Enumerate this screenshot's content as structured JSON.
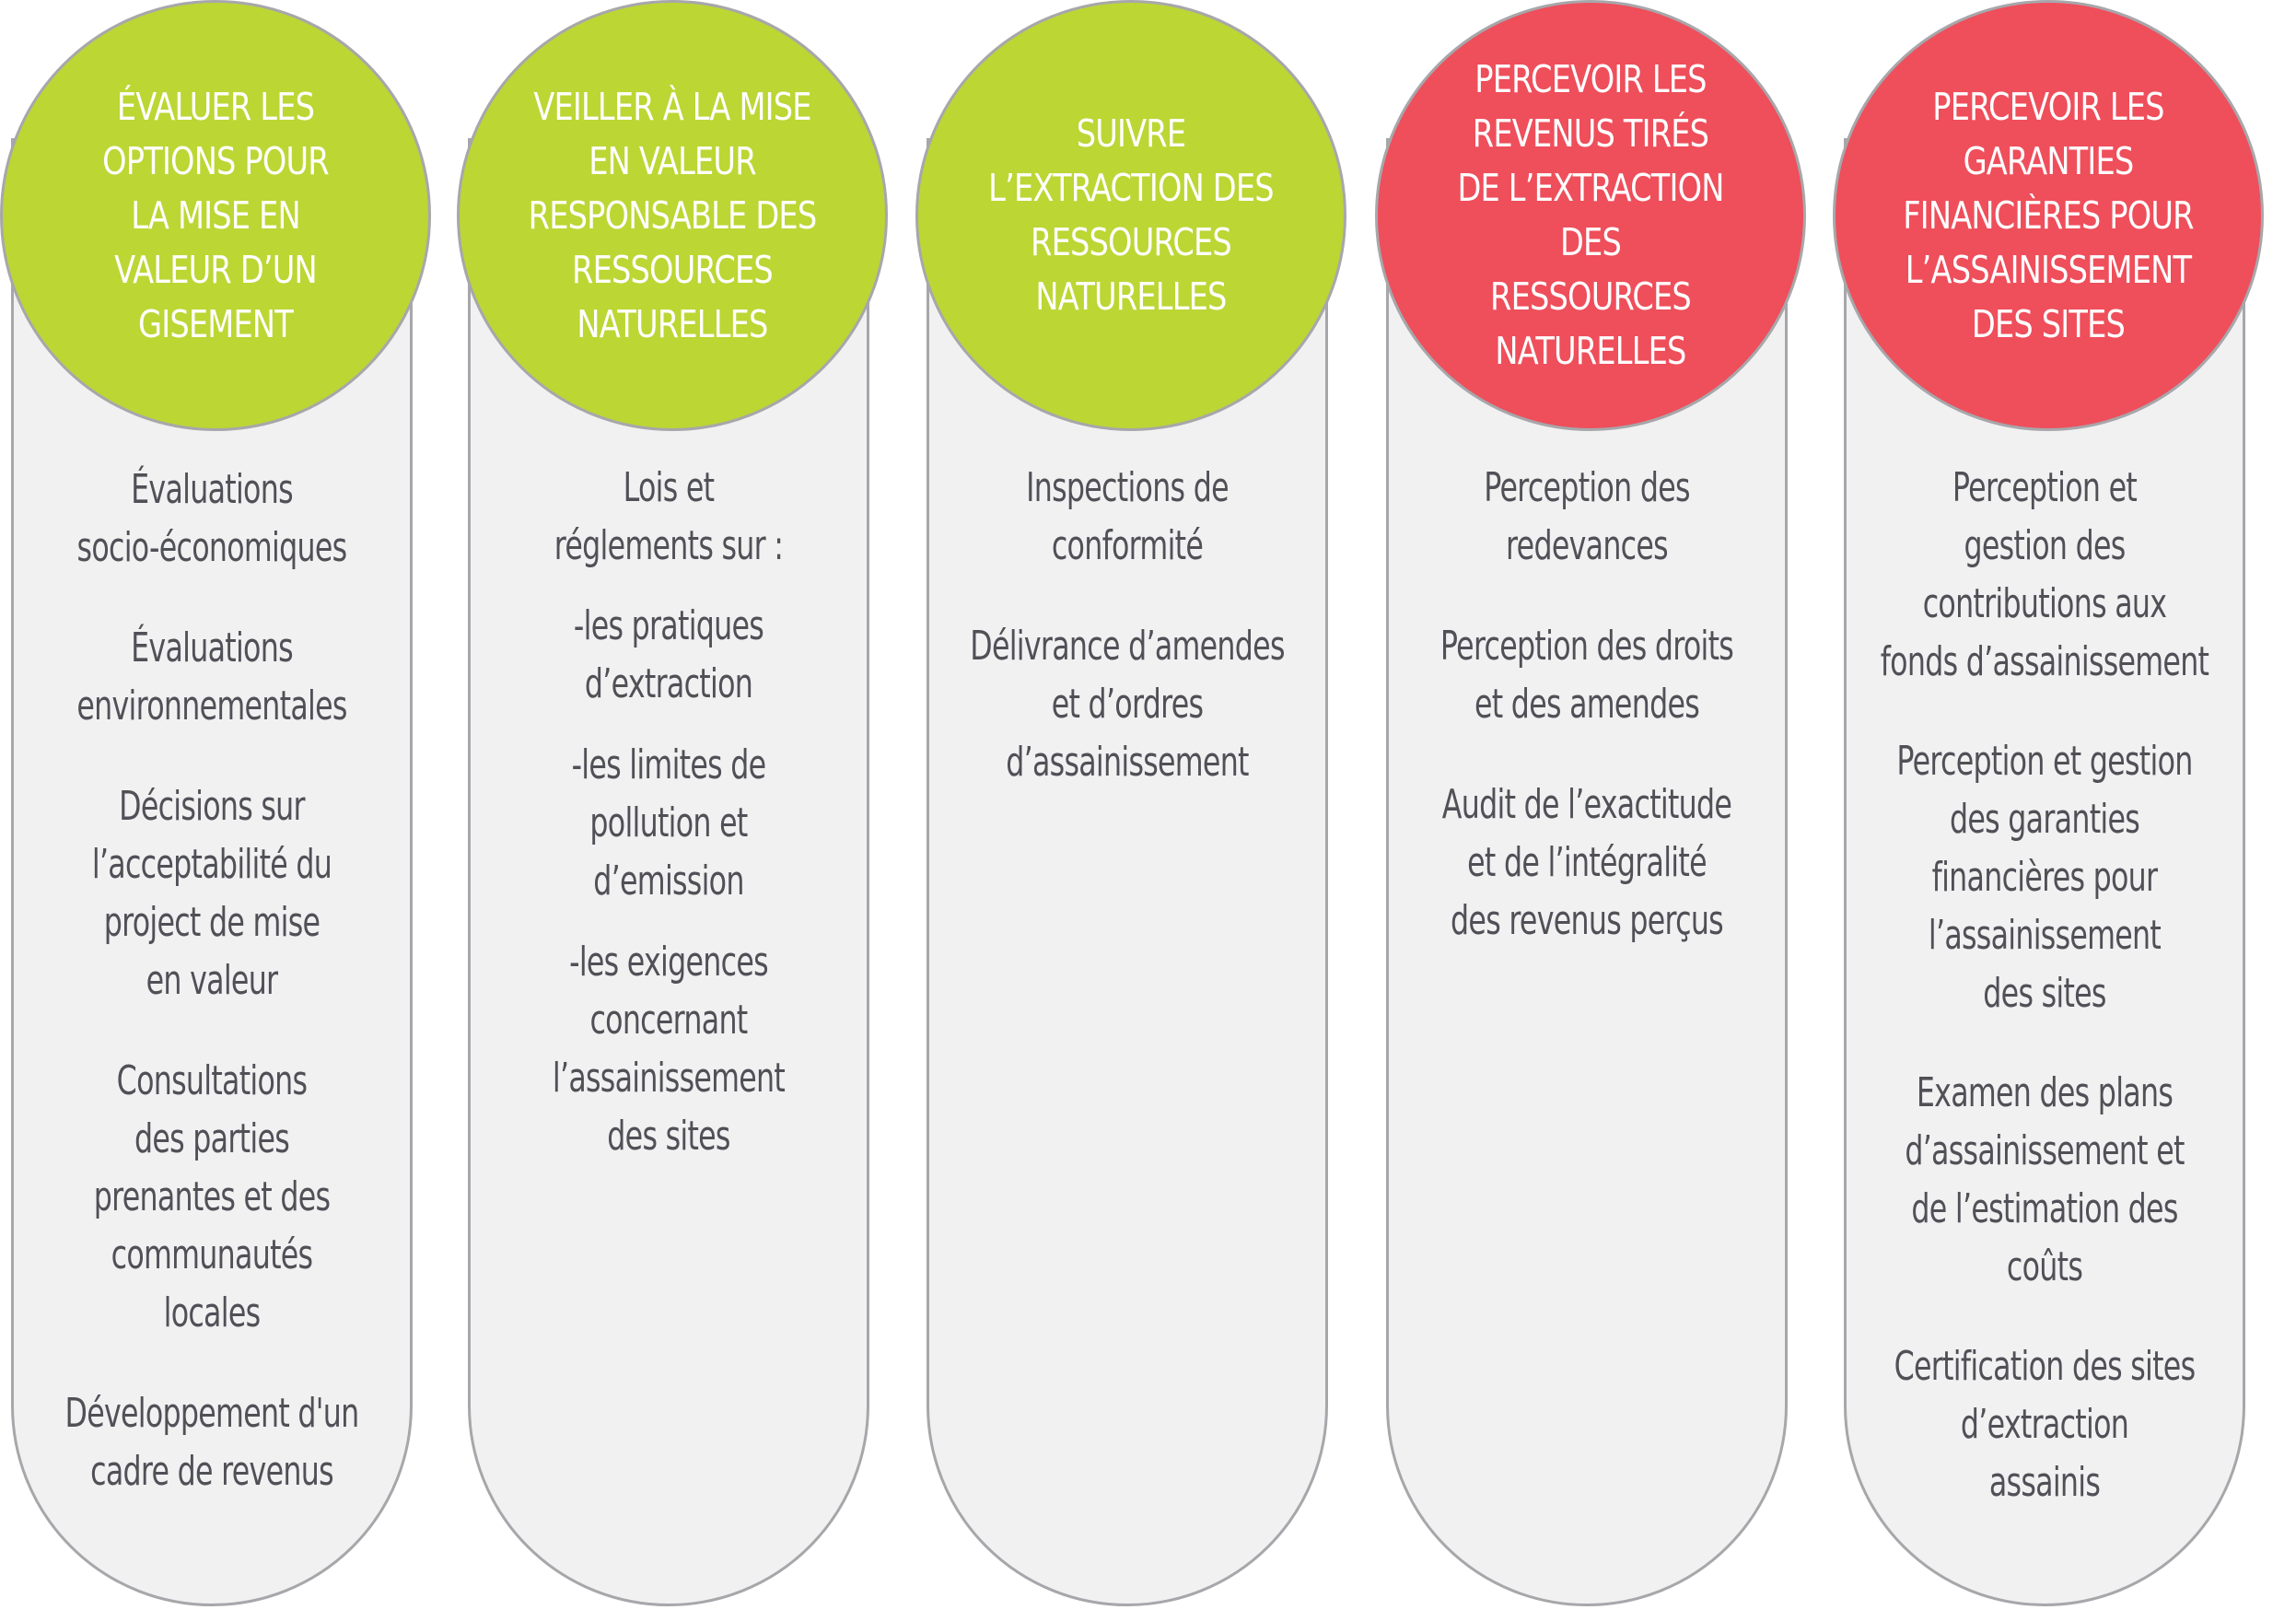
{
  "columns": [
    {
      "title": "ÉVALUER LES\nOPTIONS  POUR\nLA MISE EN\nVALEUR D’UN\nGISEMENT",
      "color": "#bcd634",
      "items": [
        "Évaluations\nsocio-économiques",
        "Évaluations\nenvironnementales",
        "Décisions sur\nl’acceptabilité du\nproject de mise\nen valeur",
        "Consultations\ndes parties\nprenantes et des\ncommunautés\nlocales",
        "Développement d'un\ncadre de revenus"
      ]
    },
    {
      "title": "VEILLER À LA MISE\nEN VALEUR\nRESPONSABLE DES\nRESSOURCES\nNATURELLES",
      "color": "#bcd634",
      "items": [
        "Lois et\nréglements sur :",
        "-les pratiques\nd’extraction",
        "-les limites de\npollution et\nd’emission",
        "-les exigences\nconcernant\nl’assainissement\ndes sites"
      ]
    },
    {
      "title": "SUIVRE\nL’EXTRACTION DES\nRESSOURCES\nNATURELLES",
      "color": "#bcd634",
      "items": [
        "Inspections de\nconformité",
        "Délivrance d’amendes\net d’ordres\nd’assainissement"
      ]
    },
    {
      "title": "PERCEVOIR LES\nREVENUS TIRÉS\nDE L’EXTRACTION DES\nRESSOURCES\nNATURELLES",
      "color": "#ef4e5b",
      "items": [
        "Perception des\nredevances",
        "Perception des droits\net des amendes",
        "Audit de l’exactitude\net de l’intégralité\ndes revenus perçus"
      ]
    },
    {
      "title": "PERCEVOIR LES\nGARANTIES\nFINANCIÈRES POUR\nL’ASSAINISSEMENT\nDES SITES",
      "color": "#ef4e5b",
      "items": [
        "Perception et\ngestion des\ncontributions aux\nfonds d’assainissement",
        "Perception et gestion\ndes garanties\nfinancières pour\nl’assainissement\ndes sites",
        "Examen des plans\nd’assainissement et\nde l’estimation des\ncoûts",
        "Certification des sites\nd’extraction\nassainis"
      ]
    }
  ]
}
